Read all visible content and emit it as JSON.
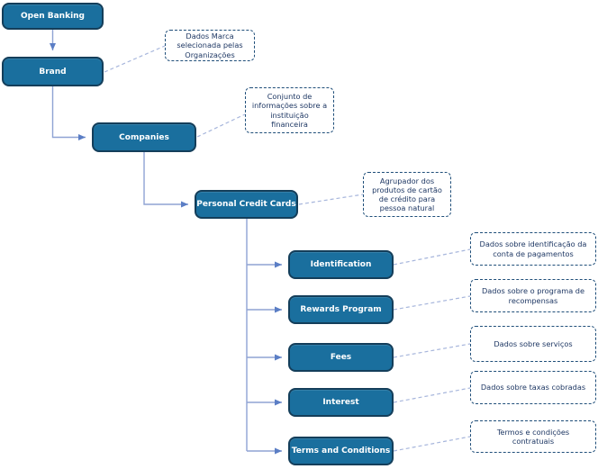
{
  "colors": {
    "node_fill": "#1A6F9E",
    "node_border": "#143E5A",
    "node_text": "#FFFFFF",
    "annotation_border": "#1F4E79",
    "annotation_text": "#1F3864",
    "tree_line": "#8FA3D4",
    "arrow_fill": "#5B7EC5",
    "callout_line": "#A7B6DC",
    "background": "#FFFFFF"
  },
  "nodes": [
    {
      "id": "open-banking",
      "label": "Open Banking"
    },
    {
      "id": "brand",
      "label": "Brand"
    },
    {
      "id": "companies",
      "label": "Companies"
    },
    {
      "id": "personal-credit-cards",
      "label": "Personal Credit Cards"
    },
    {
      "id": "identification",
      "label": "Identification"
    },
    {
      "id": "rewards-program",
      "label": "Rewards Program"
    },
    {
      "id": "fees",
      "label": "Fees"
    },
    {
      "id": "interest",
      "label": "Interest"
    },
    {
      "id": "terms-and-conditions",
      "label": "Terms and Conditions"
    }
  ],
  "annotations": [
    {
      "for": "brand",
      "text": "Dados Marca\nselecionada pelas\nOrganizações"
    },
    {
      "for": "companies",
      "text": "Conjunto de\ninformações sobre a\ninstituição\nfinanceira"
    },
    {
      "for": "personal-credit-cards",
      "text": "Agrupador dos\nprodutos de cartão\nde crédito para\npessoa natural"
    },
    {
      "for": "identification",
      "text": "Dados sobre identificação da\nconta de pagamentos"
    },
    {
      "for": "rewards-program",
      "text": "Dados sobre o programa de\nrecompensas"
    },
    {
      "for": "fees",
      "text": "Dados sobre serviços"
    },
    {
      "for": "interest",
      "text": "Dados sobre taxas cobradas"
    },
    {
      "for": "terms-and-conditions",
      "text": "Termos e condições\ncontratuais"
    }
  ]
}
